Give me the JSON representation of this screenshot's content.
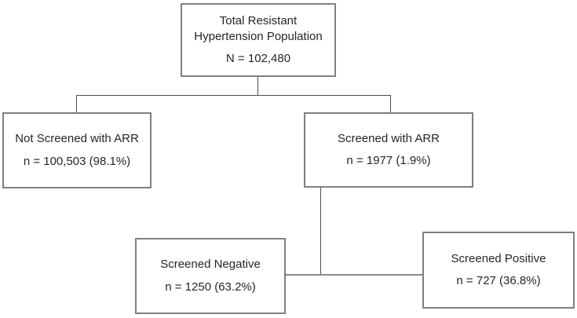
{
  "flowchart": {
    "nodes": {
      "total": {
        "label": "Total Resistant Hypertension Population",
        "value": "N = 102,480"
      },
      "not_screened": {
        "label": "Not Screened with ARR",
        "value": "n = 100,503 (98.1%)"
      },
      "screened": {
        "label": "Screened with ARR",
        "value": "n = 1977 (1.9%)"
      },
      "negative": {
        "label": "Screened Negative",
        "value": "n = 1250 (63.2%)"
      },
      "positive": {
        "label": "Screened Positive",
        "value": "n = 727 (36.8%)"
      }
    },
    "edges": [
      {
        "from": "total",
        "to": "not_screened"
      },
      {
        "from": "total",
        "to": "screened"
      },
      {
        "from": "screened",
        "to": "negative"
      },
      {
        "from": "screened",
        "to": "positive"
      }
    ],
    "colors": {
      "background": "#ffffff",
      "box_fill": "#ffffff",
      "box_border": "#7f7f7f",
      "connector": "#4d4d4d",
      "connector_thick": "#8a8a8a",
      "text": "#262626"
    }
  }
}
